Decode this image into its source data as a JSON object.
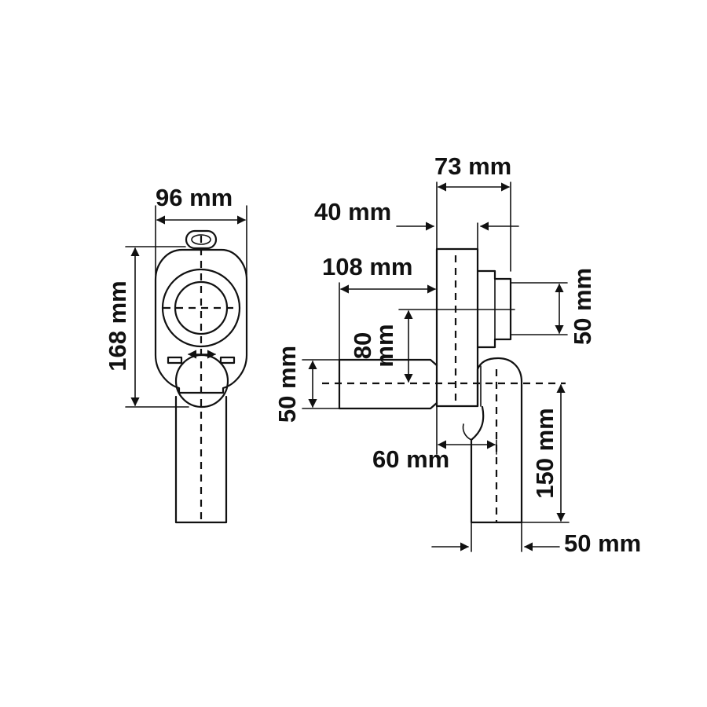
{
  "front_view": {
    "width_label": "96 mm",
    "height_label": "168 mm"
  },
  "side_view": {
    "total_depth_label": "73 mm",
    "wall_offset_label": "40 mm",
    "inlet_length_label": "108 mm",
    "inlet_height_label_line1": "80",
    "inlet_height_label_line2": "mm",
    "inlet_diameter_label": "50 mm",
    "connector_diameter_label": "50 mm",
    "outlet_offset_label": "60 mm",
    "outlet_height_label": "150 mm",
    "outlet_diameter_label": "50 mm"
  }
}
